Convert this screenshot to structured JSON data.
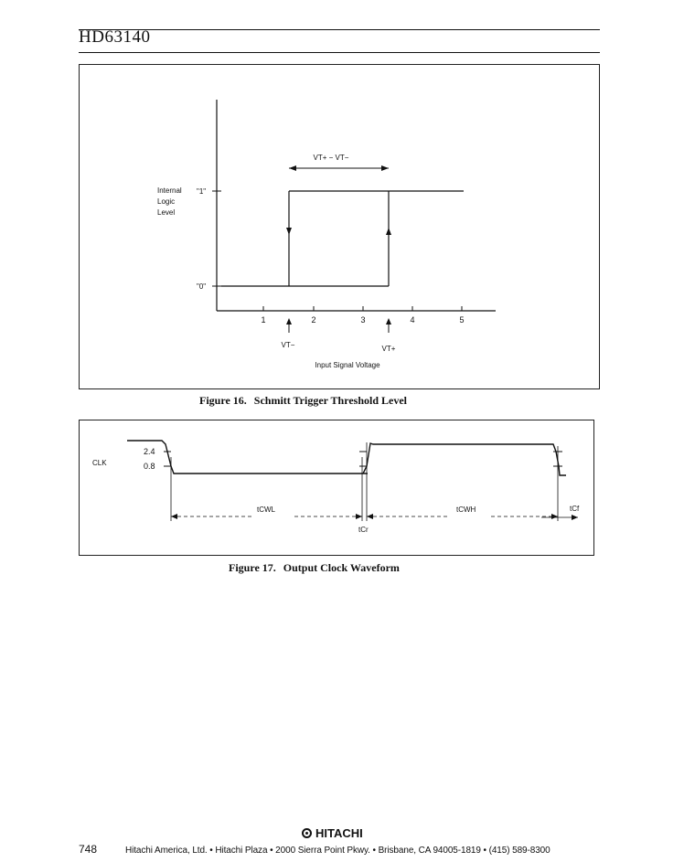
{
  "header": {
    "title": "HD63140"
  },
  "figure16": {
    "number": "Figure 16.",
    "caption": "Schmitt Trigger Threshold Level",
    "y_label_lines": [
      "Internal",
      "Logic",
      "Level"
    ],
    "level_high": "\"1\"",
    "level_low": "\"0\"",
    "hysteresis_label": "VT+ − VT−",
    "x_ticks": [
      "1",
      "2",
      "3",
      "4",
      "5"
    ],
    "vt_minus_label": "VT−",
    "vt_plus_label": "VT+",
    "x_label": "Input Signal Voltage"
  },
  "figure17": {
    "number": "Figure 17.",
    "caption": "Output Clock Waveform",
    "signal_label": "CLK",
    "level_high": "2.4",
    "level_low": "0.8",
    "t_cwl": "tCWL",
    "t_cwh": "tCWH",
    "t_cr": "tCr",
    "t_cf": "tCf"
  },
  "footer": {
    "page_number": "748",
    "brand": "HITACHI",
    "address": "Hitachi America, Ltd. • Hitachi Plaza • 2000 Sierra Point Pkwy. • Brisbane, CA 94005-1819 • (415) 589-8300"
  }
}
